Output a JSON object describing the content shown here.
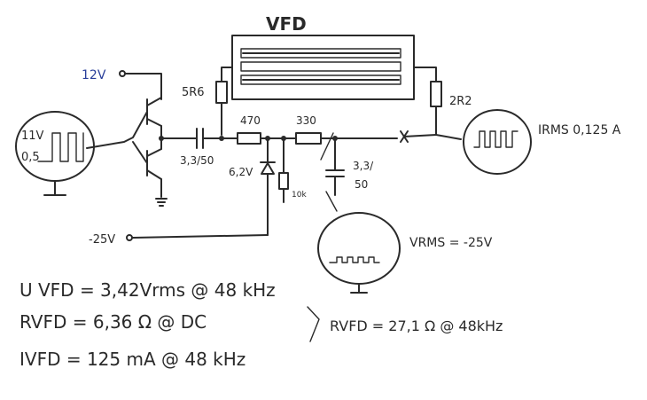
{
  "title": "VFD",
  "supply_pos": "12V",
  "supply_neg": "-25V",
  "input_amplitude": "11V",
  "input_offset": "0,5",
  "cap_in": "3,3/50",
  "res_5r6": "5R6",
  "res_470": "470",
  "res_330": "330",
  "res_2r2": "2R2",
  "zener": "6,2V",
  "res_10k": "10k",
  "cap_out_1": "3,3/",
  "cap_out_2": "50",
  "irms": "IRMS 0,125 A",
  "vrms": "VRMS = -25V",
  "formulas": {
    "u_vfd": "U VFD = 3,42Vrms @ 48 kHz",
    "r_vfd": "RVFD = 6,36 Ω @ DC",
    "i_vfd": "IVFD = 125 mA @ 48 kHz",
    "r_vfd_ac": "RVFD = 27,1 Ω @ 48kHz"
  },
  "colors": {
    "ink": "#2a2a2a",
    "accent": "#2a3f9a"
  }
}
